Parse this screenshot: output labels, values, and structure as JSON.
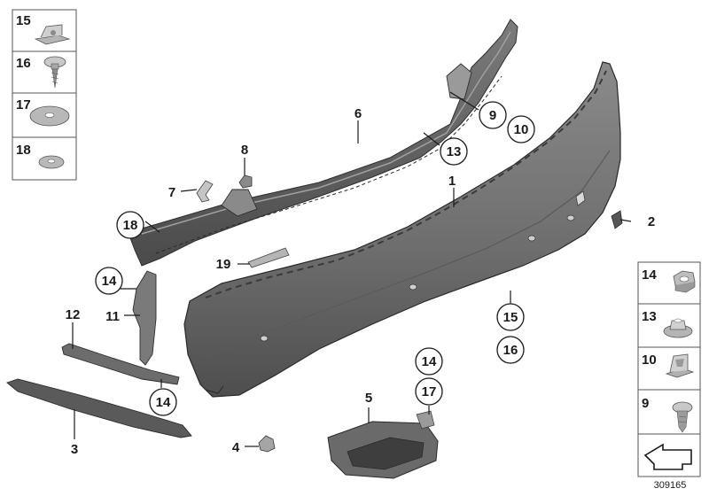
{
  "diagram": {
    "document_number": "309165",
    "legend_left": [
      {
        "num": "15",
        "part": "clip-nut"
      },
      {
        "num": "16",
        "part": "screw"
      },
      {
        "num": "17",
        "part": "washer-large"
      },
      {
        "num": "18",
        "part": "washer-small"
      }
    ],
    "legend_right": [
      {
        "num": "14",
        "part": "hex-nut"
      },
      {
        "num": "13",
        "part": "flange-nut"
      },
      {
        "num": "10",
        "part": "spring-nut"
      },
      {
        "num": "9",
        "part": "expanding-rivet"
      }
    ],
    "callouts": {
      "c1": "1",
      "c2": "2",
      "c3": "3",
      "c4": "4",
      "c5": "5",
      "c6": "6",
      "c7": "7",
      "c8": "8",
      "c9": "9",
      "c10": "10",
      "c11": "11",
      "c12": "12",
      "c13": "13",
      "c14a": "14",
      "c14b": "14",
      "c14c": "14",
      "c15": "15",
      "c16": "16",
      "c17": "17",
      "c18": "18",
      "c19": "19"
    }
  }
}
